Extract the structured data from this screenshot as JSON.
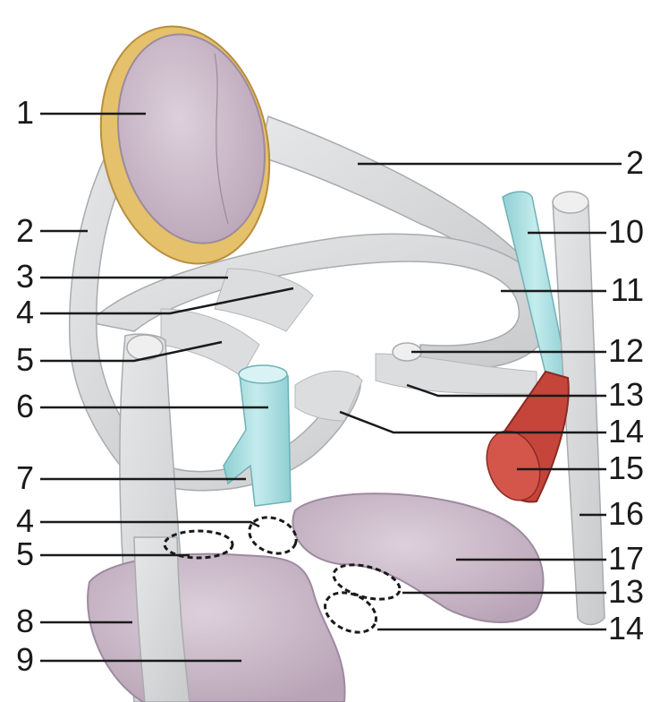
{
  "labels": {
    "left": [
      "1",
      "2",
      "3",
      "4",
      "5",
      "6",
      "7",
      "4",
      "5",
      "8",
      "9"
    ],
    "right": [
      "2",
      "10",
      "11",
      "12",
      "13",
      "14",
      "15",
      "16",
      "17",
      "13",
      "14"
    ]
  },
  "colors": {
    "background": "#ffffff",
    "ligament": "#d6d7d8",
    "ligament_edge": "#a9abae",
    "bone": "#c9b6c6",
    "bone_edge": "#9d8aa0",
    "cartilage_rim": "#e4c16a",
    "vessel": "#a9dcdf",
    "vessel_edge": "#6fb1b6",
    "muscle": "#c6453b",
    "muscle_edge": "#8b2a23",
    "leader_line": "#1a1a1a"
  }
}
